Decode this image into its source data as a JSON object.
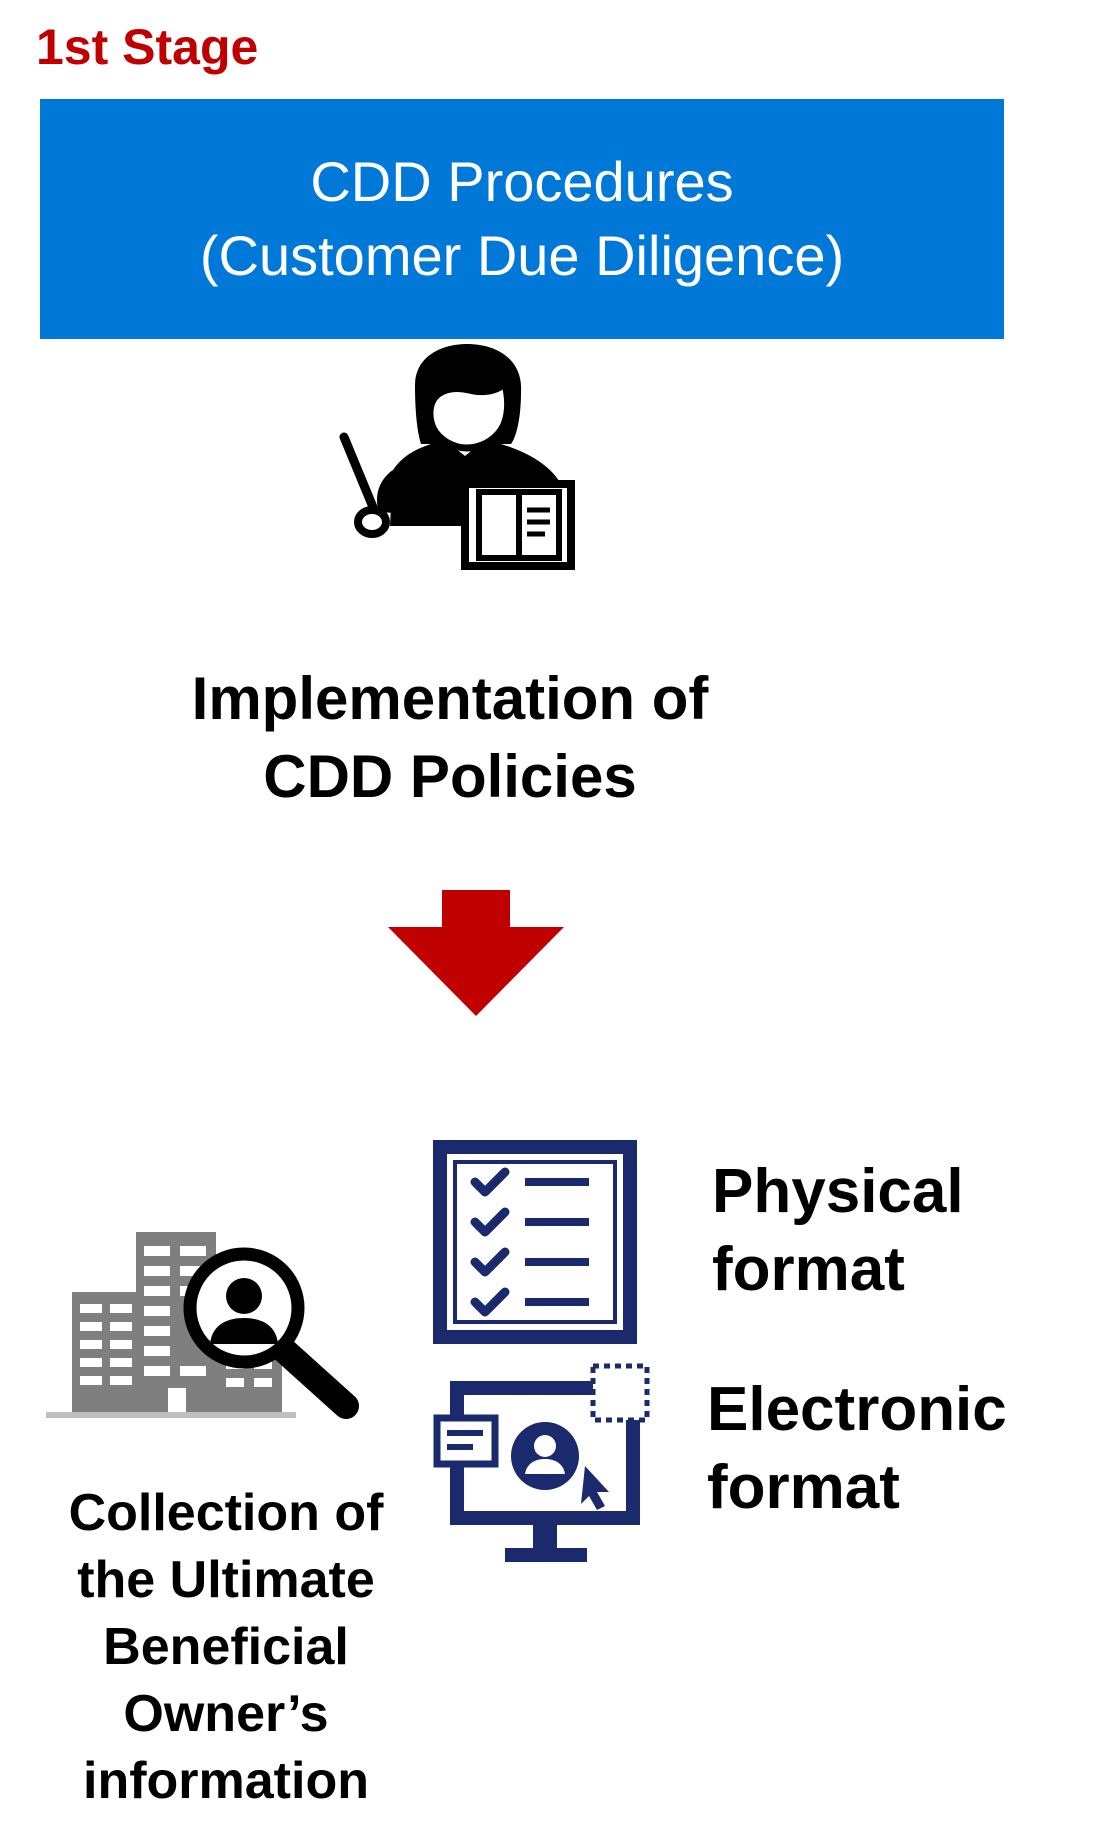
{
  "stage": {
    "label": "1st Stage"
  },
  "cdd_box": {
    "line1": "CDD Procedures",
    "line2": "(Customer Due Diligence)"
  },
  "implementation": {
    "line1": "Implementation of",
    "line2": "CDD Policies"
  },
  "physical": {
    "line1": "Physical",
    "line2": "format"
  },
  "electronic": {
    "line1": "Electronic",
    "line2": "format"
  },
  "collection": {
    "line1": "Collection of",
    "line2": "the Ultimate",
    "line3": "Beneficial",
    "line4": "Owner’s",
    "line5": "information"
  },
  "icons": {
    "presenter": "presenter-icon",
    "arrow": "arrow-down-icon",
    "checklist": "checklist-icon",
    "computer": "computer-user-icon",
    "building_search": "building-search-icon"
  },
  "colors": {
    "stage_red": "#c00000",
    "box_blue": "#0078d7",
    "arrow_red": "#c00000",
    "icon_navy": "#1a2a6c",
    "building_gray": "#7f7f7f"
  }
}
